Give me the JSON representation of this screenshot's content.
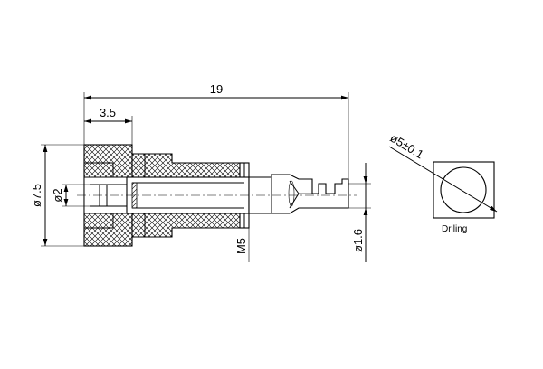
{
  "dimensions": {
    "overall_length": "19",
    "head_length": "3.5",
    "head_diameter": "ø7.5",
    "bore_diameter": "ø2",
    "thread": "M5",
    "pin_diameter": "ø1.6"
  },
  "drilling": {
    "diameter_label": "ø5±0.1",
    "caption": "Driling"
  },
  "colors": {
    "line": "#000000",
    "background": "#ffffff",
    "hatch": "#000000"
  }
}
